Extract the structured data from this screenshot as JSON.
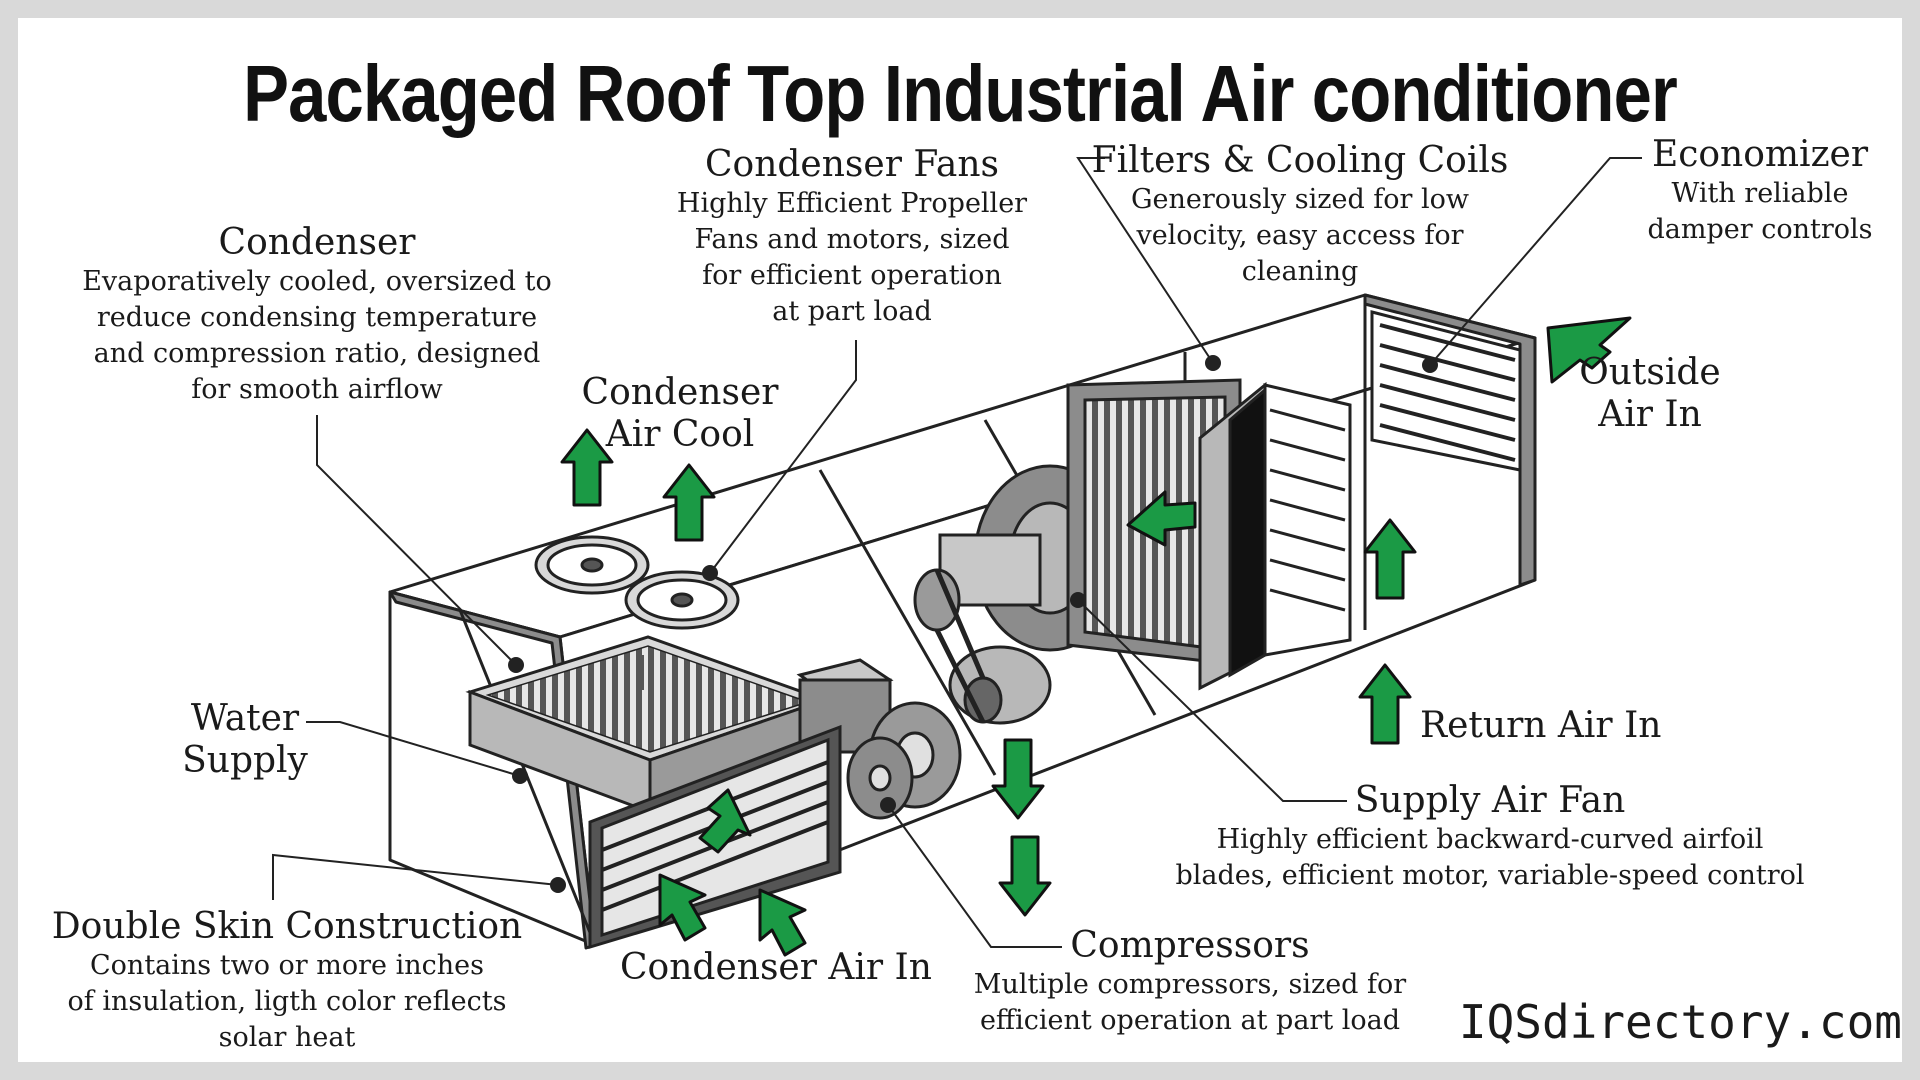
{
  "title": "Packaged Roof Top Industrial Air conditioner",
  "brand": "IQSdirectory.com",
  "colors": {
    "arrow": "#1b9a45",
    "outline": "#222222",
    "gray": "#8c8c8c",
    "frame": "#d9d9d9"
  },
  "labels": {
    "condenser": {
      "title": "Condenser",
      "desc": [
        "Evaporatively cooled, oversized to",
        "reduce condensing temperature",
        "and compression ratio, designed",
        "for smooth airflow"
      ]
    },
    "condenser_fans": {
      "title": "Condenser Fans",
      "desc": [
        "Highly Efficient Propeller",
        "Fans and motors, sized",
        "for efficient operation",
        "at part load"
      ]
    },
    "filters": {
      "title": "Filters & Cooling Coils",
      "desc": [
        "Generously sized for low",
        "velocity, easy access for",
        "cleaning"
      ]
    },
    "economizer": {
      "title": "Economizer",
      "desc": [
        "With reliable",
        "damper controls"
      ]
    },
    "condenser_air_cool": [
      "Condenser",
      "Air Cool"
    ],
    "outside_air_in": [
      "Outside",
      "Air In"
    ],
    "water_supply": [
      "Water",
      "Supply"
    ],
    "return_air_in": "Return Air In",
    "supply_air_fan": {
      "title": "Supply Air Fan",
      "desc": [
        "Highly efficient backward-curved airfoil",
        "blades, efficient motor, variable-speed control"
      ]
    },
    "double_skin": {
      "title": "Double Skin Construction",
      "desc": [
        "Contains two or more inches",
        "of insulation, ligth color reflects",
        "solar heat"
      ]
    },
    "condenser_air_in": "Condenser Air In",
    "compressors": {
      "title": "Compressors",
      "desc": [
        "Multiple compressors, sized for",
        "efficient operation at part load"
      ]
    }
  }
}
